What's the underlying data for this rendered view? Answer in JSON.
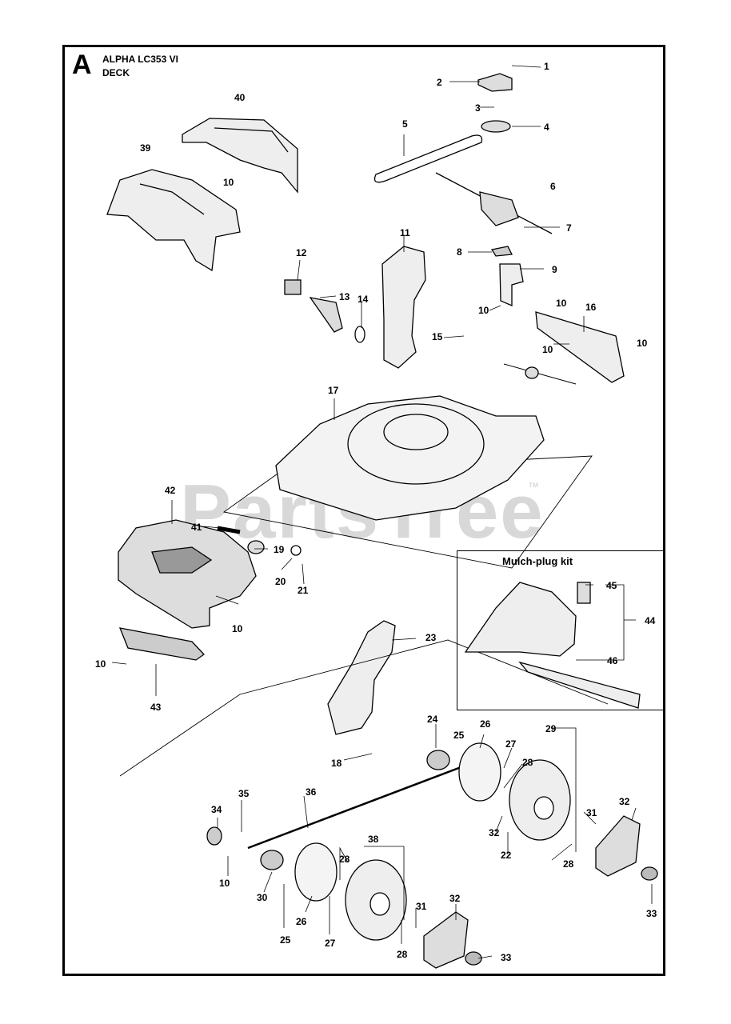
{
  "header": {
    "section_letter": "A",
    "model": "ALPHA LC353 VI",
    "assembly": "DECK"
  },
  "watermark": {
    "text": "PartsTree",
    "trademark": "™"
  },
  "mulch_kit": {
    "title": "Mulch-plug kit"
  },
  "callouts": [
    {
      "id": "c1",
      "label": "1"
    },
    {
      "id": "c2",
      "label": "2"
    },
    {
      "id": "c3",
      "label": "3"
    },
    {
      "id": "c4",
      "label": "4"
    },
    {
      "id": "c5",
      "label": "5"
    },
    {
      "id": "c6",
      "label": "6"
    },
    {
      "id": "c7",
      "label": "7"
    },
    {
      "id": "c8",
      "label": "8"
    },
    {
      "id": "c9",
      "label": "9"
    },
    {
      "id": "c10a",
      "label": "10"
    },
    {
      "id": "c10b",
      "label": "10"
    },
    {
      "id": "c10c",
      "label": "10"
    },
    {
      "id": "c10d",
      "label": "10"
    },
    {
      "id": "c10e",
      "label": "10"
    },
    {
      "id": "c10f",
      "label": "10"
    },
    {
      "id": "c10g",
      "label": "10"
    },
    {
      "id": "c10h",
      "label": "10"
    },
    {
      "id": "c11",
      "label": "11"
    },
    {
      "id": "c12",
      "label": "12"
    },
    {
      "id": "c13",
      "label": "13"
    },
    {
      "id": "c14",
      "label": "14"
    },
    {
      "id": "c15",
      "label": "15"
    },
    {
      "id": "c16",
      "label": "16"
    },
    {
      "id": "c17",
      "label": "17"
    },
    {
      "id": "c18",
      "label": "18"
    },
    {
      "id": "c19",
      "label": "19"
    },
    {
      "id": "c20",
      "label": "20"
    },
    {
      "id": "c21",
      "label": "21"
    },
    {
      "id": "c22",
      "label": "22"
    },
    {
      "id": "c23",
      "label": "23"
    },
    {
      "id": "c24",
      "label": "24"
    },
    {
      "id": "c25a",
      "label": "25"
    },
    {
      "id": "c25b",
      "label": "25"
    },
    {
      "id": "c26a",
      "label": "26"
    },
    {
      "id": "c26b",
      "label": "26"
    },
    {
      "id": "c27a",
      "label": "27"
    },
    {
      "id": "c27b",
      "label": "27"
    },
    {
      "id": "c28a",
      "label": "28"
    },
    {
      "id": "c28b",
      "label": "28"
    },
    {
      "id": "c28c",
      "label": "28"
    },
    {
      "id": "c28d",
      "label": "28"
    },
    {
      "id": "c29",
      "label": "29"
    },
    {
      "id": "c30",
      "label": "30"
    },
    {
      "id": "c31a",
      "label": "31"
    },
    {
      "id": "c31b",
      "label": "31"
    },
    {
      "id": "c32a",
      "label": "32"
    },
    {
      "id": "c32b",
      "label": "32"
    },
    {
      "id": "c32c",
      "label": "32"
    },
    {
      "id": "c33a",
      "label": "33"
    },
    {
      "id": "c33b",
      "label": "33"
    },
    {
      "id": "c34",
      "label": "34"
    },
    {
      "id": "c35",
      "label": "35"
    },
    {
      "id": "c36",
      "label": "36"
    },
    {
      "id": "c38",
      "label": "38"
    },
    {
      "id": "c39",
      "label": "39"
    },
    {
      "id": "c40",
      "label": "40"
    },
    {
      "id": "c41",
      "label": "41"
    },
    {
      "id": "c42",
      "label": "42"
    },
    {
      "id": "c43",
      "label": "43"
    },
    {
      "id": "c44",
      "label": "44"
    },
    {
      "id": "c45",
      "label": "45"
    },
    {
      "id": "c46",
      "label": "46"
    }
  ]
}
